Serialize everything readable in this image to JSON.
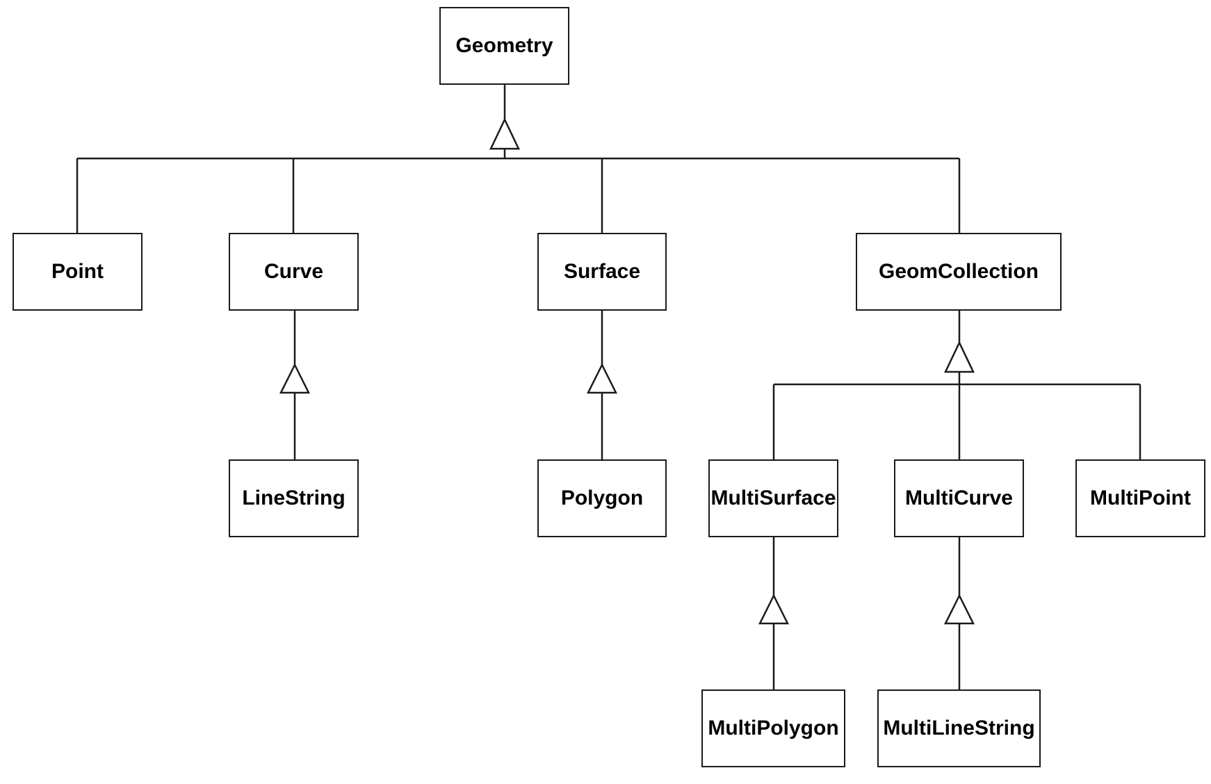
{
  "diagram": {
    "nodes": {
      "geometry": "Geometry",
      "point": "Point",
      "curve": "Curve",
      "surface": "Surface",
      "geomcollection": "GeomCollection",
      "linestring": "LineString",
      "polygon": "Polygon",
      "multisurface": "MultiSurface",
      "multicurve": "MultiCurve",
      "multipoint": "MultiPoint",
      "multipolygon": "MultiPolygon",
      "multilinestring": "MultiLineString"
    },
    "edges": [
      {
        "from": "point",
        "to": "geometry",
        "type": "generalization"
      },
      {
        "from": "curve",
        "to": "geometry",
        "type": "generalization"
      },
      {
        "from": "surface",
        "to": "geometry",
        "type": "generalization"
      },
      {
        "from": "geomcollection",
        "to": "geometry",
        "type": "generalization"
      },
      {
        "from": "linestring",
        "to": "curve",
        "type": "generalization"
      },
      {
        "from": "polygon",
        "to": "surface",
        "type": "generalization"
      },
      {
        "from": "multisurface",
        "to": "geomcollection",
        "type": "generalization"
      },
      {
        "from": "multicurve",
        "to": "geomcollection",
        "type": "generalization"
      },
      {
        "from": "multipoint",
        "to": "geomcollection",
        "type": "generalization"
      },
      {
        "from": "multipolygon",
        "to": "multisurface",
        "type": "generalization"
      },
      {
        "from": "multilinestring",
        "to": "multicurve",
        "type": "generalization"
      }
    ],
    "colors": {
      "stroke": "#1a1a1a",
      "box_fill": "#ffffff",
      "text": "#000000"
    }
  }
}
